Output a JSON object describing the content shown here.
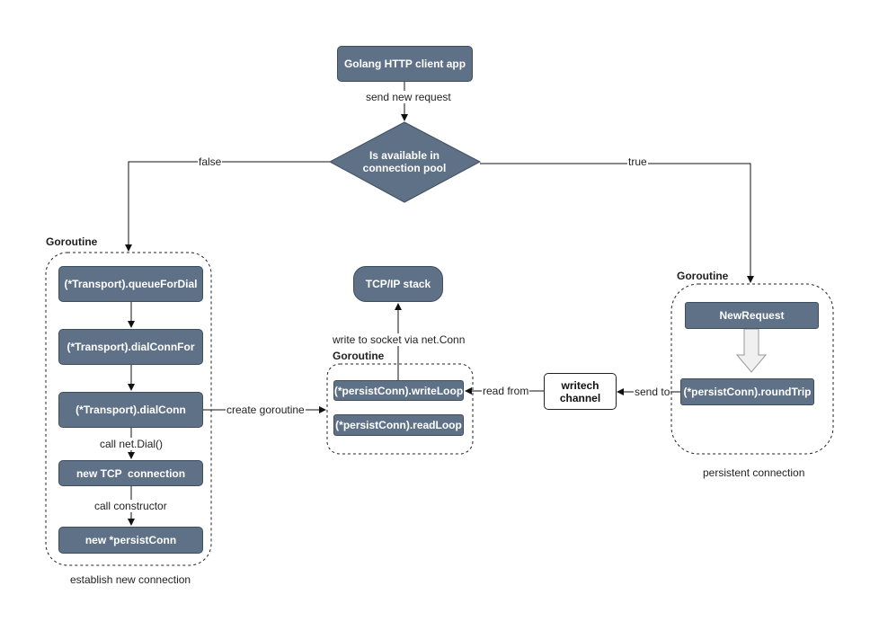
{
  "nodes": {
    "app": "Golang HTTP client app",
    "decision_line1": "Is available in",
    "decision_line2": "connection pool",
    "queue_for_dial": "(*Transport).queueForDial",
    "dial_conn_for": "(*Transport).dialConnFor",
    "dial_conn": "(*Transport).dialConn",
    "new_tcp": "new TCP  connection",
    "new_persist_conn": "new *persistConn",
    "tcp_stack": "TCP/IP stack",
    "write_loop": "(*persistConn).writeLoop",
    "read_loop": "(*persistConn).readLoop",
    "writech_line1": "writech",
    "writech_line2": "channel",
    "new_request": "NewRequest",
    "round_trip": "(*persistConn).roundTrip"
  },
  "edge_labels": {
    "send_new_request": "send new request",
    "false": "false",
    "true": "true",
    "call_net_dial": "call net.Dial()",
    "call_constructor": "call constructor",
    "create_goroutine": "create goroutine",
    "write_to_socket": "write to socket via net.Conn",
    "read_from": "read from",
    "send_to": "send to"
  },
  "groups": {
    "left_title": "Goroutine",
    "left_caption": "establish new connection",
    "middle_title": "Goroutine",
    "right_title": "Goroutine",
    "right_caption": "persistent connection"
  },
  "colors": {
    "node_fill": "#5f7186",
    "node_border": "#3f4e5e",
    "line": "#111111"
  }
}
